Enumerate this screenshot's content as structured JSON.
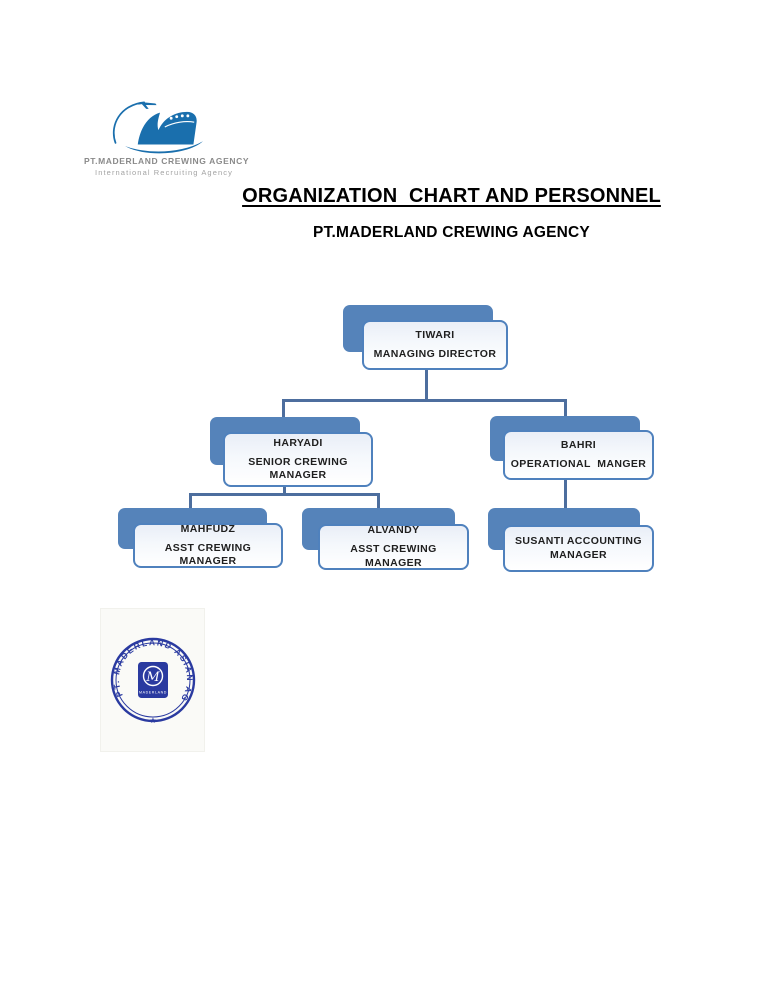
{
  "header": {
    "title": "ORGANIZATION  CHART AND PERSONNEL",
    "subtitle": "PT.MADERLAND CREWING AGENCY"
  },
  "logo": {
    "company": "PT.MADERLAND CREWING AGENCY",
    "tagline": "International Recruiting Agency",
    "icon": "ship-with-plane-icon",
    "color": "#1a6fad"
  },
  "org_chart": {
    "accent_color": "#5583ba",
    "box_border_color": "#4f81bd",
    "connector_color": "#4d6e9e",
    "nodes": [
      {
        "id": "tiwari",
        "name": "TIWARI",
        "role": "MANAGING DIRECTOR",
        "reports_to": null
      },
      {
        "id": "haryadi",
        "name": "HARYADI",
        "role": "SENIOR CREWING MANAGER",
        "reports_to": "tiwari"
      },
      {
        "id": "bahri",
        "name": "BAHRI",
        "role": "OPERATIONAL  MANGER",
        "reports_to": "tiwari"
      },
      {
        "id": "mahfudz",
        "name": "MAHFUDZ",
        "role": "ASST CREWING  MANAGER",
        "reports_to": "haryadi"
      },
      {
        "id": "alvandy",
        "name": "ALVANDY",
        "role": "ASST CREWING MANAGER",
        "reports_to": "haryadi"
      },
      {
        "id": "susanti",
        "name": "SUSANTI ACCOUNTING",
        "role": "MANAGER",
        "reports_to": "bahri"
      }
    ]
  },
  "stamp": {
    "ring_text": "PT. MADERLAND ASIAN AGENCY",
    "bottom_symbol": "★",
    "center_monogram": "M",
    "center_label": "MADERLAND",
    "color": "#2a3aa0"
  }
}
